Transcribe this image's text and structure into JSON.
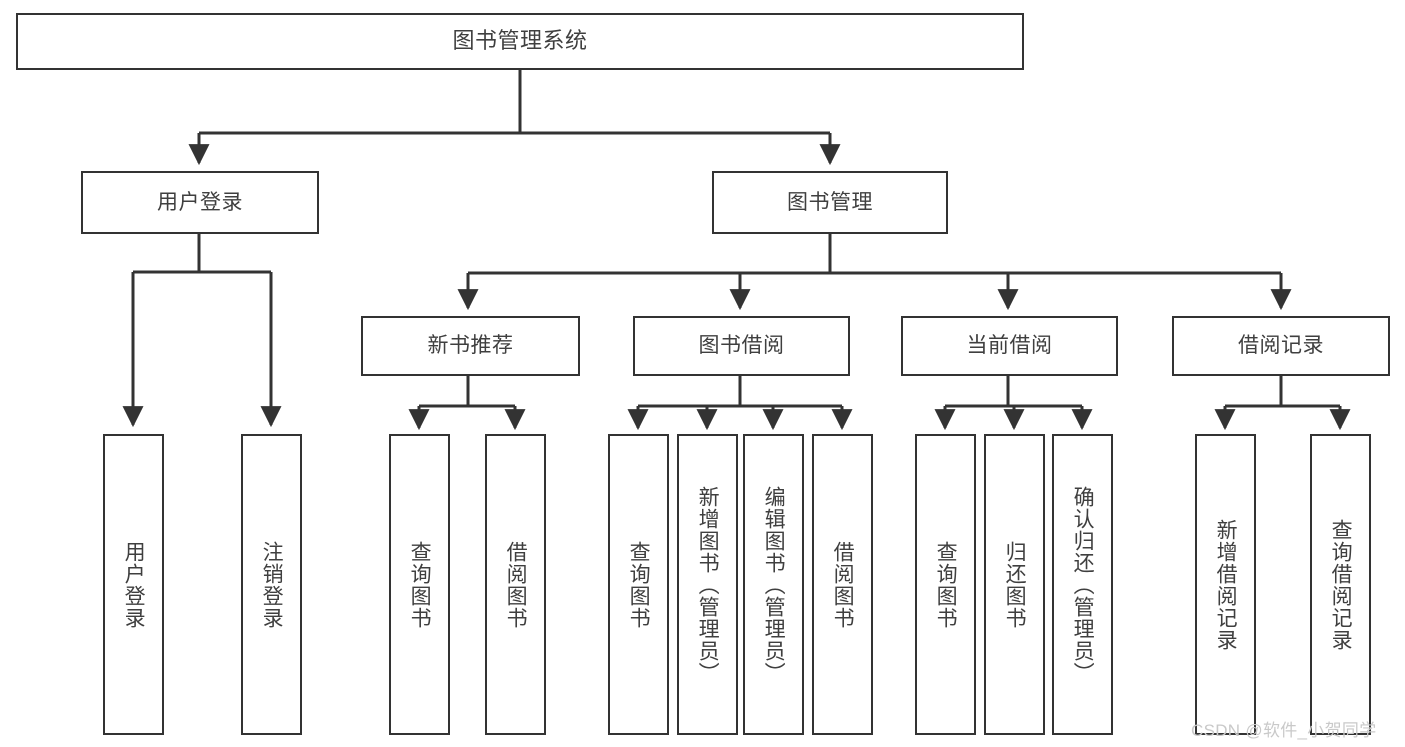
{
  "diagram": {
    "title": "图书管理系统",
    "type": "tree-hierarchy-diagram",
    "colors": {
      "background": "#ffffff",
      "box_fill": "#ffffff",
      "box_border": "#333333",
      "text": "#3f3f3f",
      "connector": "#333333",
      "watermark": "#c9c9c9"
    },
    "root": {
      "label": "图书管理系统"
    },
    "level2": [
      {
        "label": "用户登录"
      },
      {
        "label": "图书管理"
      }
    ],
    "level3": [
      {
        "label": "新书推荐"
      },
      {
        "label": "图书借阅"
      },
      {
        "label": "当前借阅"
      },
      {
        "label": "借阅记录"
      }
    ],
    "leaves": {
      "user_login": [
        {
          "label": "用户登录"
        },
        {
          "label": "注销登录"
        }
      ],
      "new_book": [
        {
          "label": "查询图书"
        },
        {
          "label": "借阅图书"
        }
      ],
      "book_borrow": [
        {
          "label": "查询图书"
        },
        {
          "label": "新增图书（管理员）"
        },
        {
          "label": "编辑图书（管理员）"
        },
        {
          "label": "借阅图书"
        }
      ],
      "current_borrow": [
        {
          "label": "查询图书"
        },
        {
          "label": "归还图书"
        },
        {
          "label": "确认归还（管理员）"
        }
      ],
      "borrow_record": [
        {
          "label": "新增借阅记录"
        },
        {
          "label": "查询借阅记录"
        }
      ]
    }
  },
  "watermark": {
    "text": "CSDN @软件_小贺同学"
  }
}
